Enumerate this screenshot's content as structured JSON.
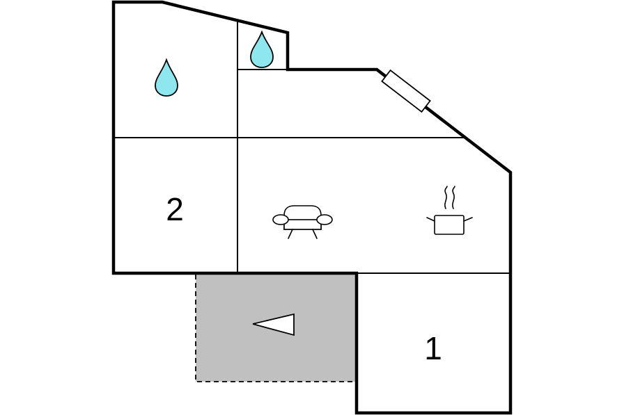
{
  "floorplan": {
    "rooms": [
      {
        "id": "bathroom-large",
        "icon": "water-drop-icon",
        "label": ""
      },
      {
        "id": "bathroom-small",
        "icon": "water-drop-icon",
        "label": ""
      },
      {
        "id": "bedroom-2",
        "label": "2"
      },
      {
        "id": "living-room",
        "icon": "sofa-icon",
        "label": ""
      },
      {
        "id": "kitchen",
        "icon": "cooking-pot-icon",
        "label": ""
      },
      {
        "id": "bedroom-1",
        "label": "1"
      },
      {
        "id": "terrace",
        "icon": "direction-arrow-icon",
        "label": ""
      }
    ],
    "colors": {
      "wall": "#000000",
      "water": "#8ee6ef",
      "terrace": "#c0c0c0",
      "background": "#ffffff"
    }
  }
}
